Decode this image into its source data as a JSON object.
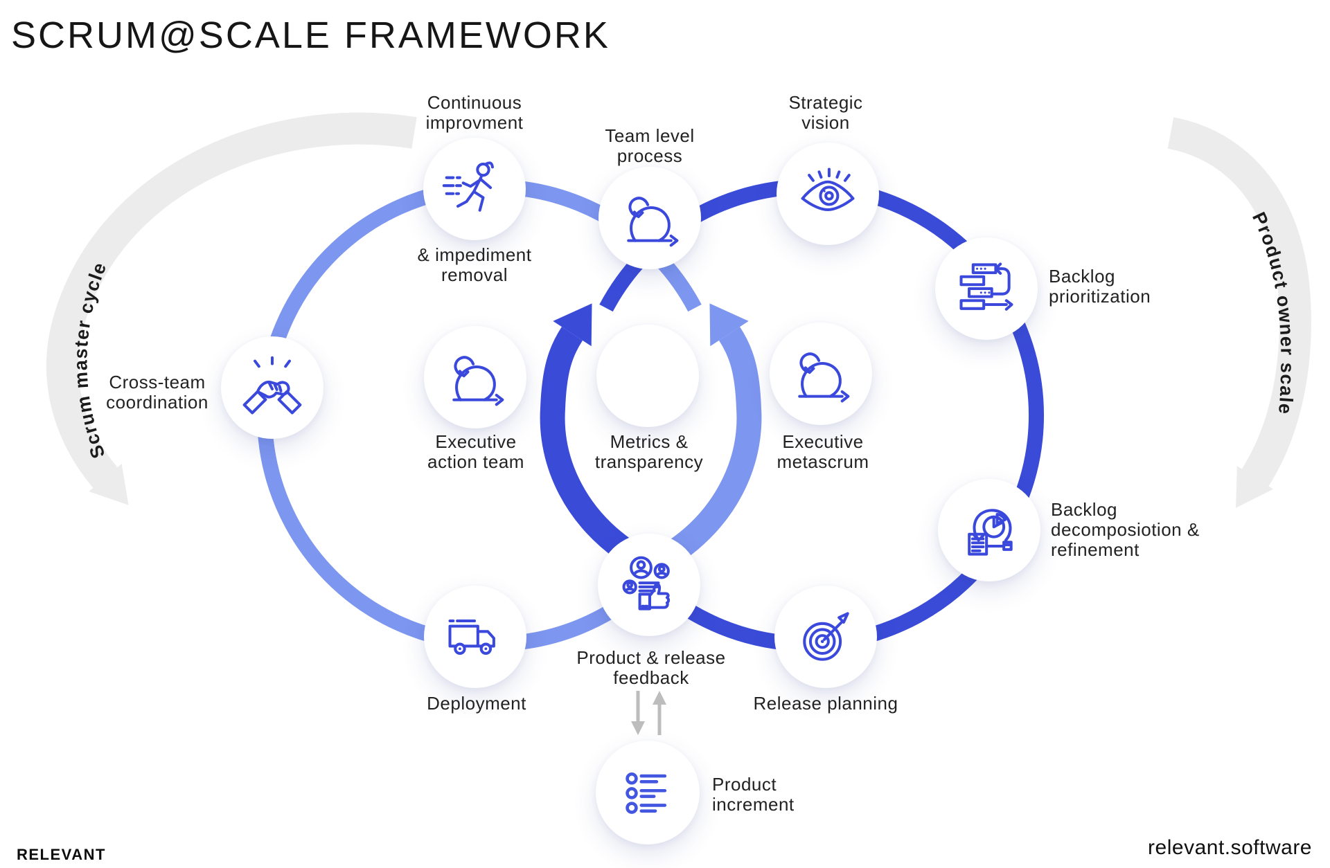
{
  "title": "SCRUM@SCALE FRAMEWORK",
  "cycles": {
    "left_label": "Scrum master cycle",
    "right_label": "Product owner scale"
  },
  "nodes": {
    "continuous_improvement": {
      "label": "Continuous\nimprovment",
      "sublabel": "& impediment\nremoval",
      "icon": "running-person-icon"
    },
    "team_level_process": {
      "label": "Team level\nprocess",
      "icon": "sprint-loop-icon"
    },
    "strategic_vision": {
      "label": "Strategic\nvision",
      "icon": "eye-icon"
    },
    "backlog_prioritization": {
      "label": "Backlog\nprioritization",
      "icon": "backlog-bars-icon"
    },
    "cross_team_coordination": {
      "label": "Cross-team\ncoordination",
      "icon": "handshake-icon"
    },
    "executive_action_team": {
      "label": "Executive\naction team",
      "icon": "sprint-loop-icon"
    },
    "metrics_transparency": {
      "label": "Metrics &\ntransparency",
      "icon": "laptop-chart-icon"
    },
    "executive_metascrum": {
      "label": "Executive\nmetascrum",
      "icon": "sprint-loop-icon"
    },
    "backlog_decomposition": {
      "label": "Backlog\ndecomposiotion &\nrefinement",
      "icon": "pie-document-icon"
    },
    "deployment": {
      "label": "Deployment",
      "icon": "truck-icon"
    },
    "product_release_feedback": {
      "label": "Product & release\nfeedback",
      "icon": "users-thumbsup-icon"
    },
    "release_planning": {
      "label": "Release planning",
      "icon": "target-dart-icon"
    },
    "product_increment": {
      "label": "Product\nincrement",
      "icon": "list-icon"
    }
  },
  "footer": {
    "logo": "RELEVANT",
    "website": "relevant.software"
  },
  "colors": {
    "ring_light": "#7D96EF",
    "ring_dark": "#3A4BD8",
    "icon_stroke": "#3A49DB",
    "arc_gray": "#ECECEC",
    "small_arrow_gray": "#BDBDBD",
    "text": "#222222"
  }
}
